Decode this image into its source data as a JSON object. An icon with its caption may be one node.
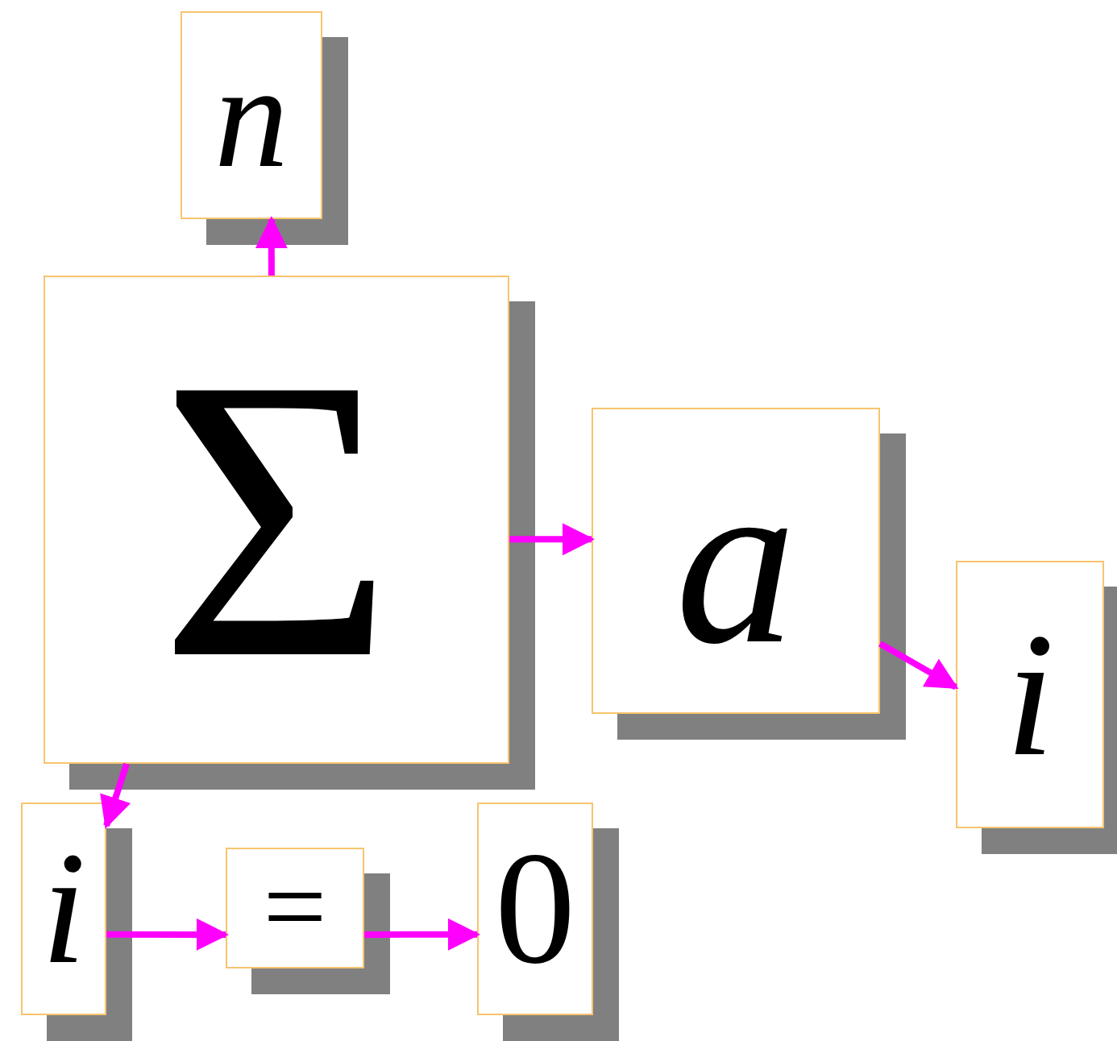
{
  "diagram": {
    "nodes": [
      {
        "text": [
          "Σ"
        ]
      },
      {
        "text": [
          "n"
        ]
      },
      {
        "text": [
          "a"
        ]
      },
      {
        "text": [
          "i"
        ]
      },
      {
        "text": [
          "i"
        ]
      },
      {
        "text": [
          "="
        ]
      },
      {
        "text": [
          "0"
        ]
      }
    ],
    "edges": [
      {
        "from": 0,
        "to": 1,
        "arrow": "to"
      },
      {
        "from": 0,
        "to": 2,
        "arrow": "to"
      },
      {
        "from": 2,
        "to": 3,
        "arrow": "to"
      },
      {
        "from": 0,
        "to": 4,
        "arrow": "to"
      },
      {
        "from": 4,
        "to": 5,
        "arrow": "to"
      },
      {
        "from": 5,
        "to": 6,
        "arrow": "to"
      }
    ]
  }
}
